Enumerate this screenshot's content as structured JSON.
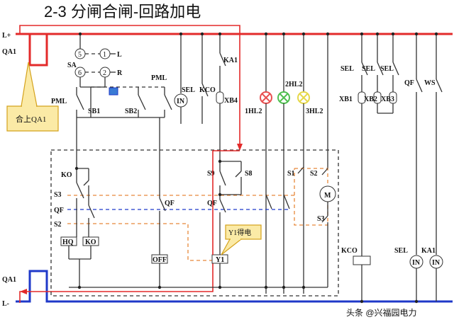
{
  "title": "2-3  分闸合闸-回路加电",
  "bus": {
    "positive": "L+",
    "negative": "L-"
  },
  "callouts": {
    "close_qa1": "合上QA1",
    "y1_energized": "Y1得电"
  },
  "labels": {
    "qa1_top": "QA1",
    "qa1_bottom": "QA1",
    "sa": "SA",
    "sa_terminals": [
      "5",
      "1",
      "6",
      "2"
    ],
    "sa_l": "L",
    "sa_r": "R",
    "pml_left": "PML",
    "pml_right": "PML",
    "sb1": "SB1",
    "sb2": "SB2",
    "sel1": "SEL",
    "kco1": "KCO",
    "in1": "IN",
    "ka1_top": "KA1",
    "xb4": "XB4",
    "hl1": "1HL2",
    "hl2": "2HL2",
    "hl3": "3HL2",
    "sel_group": [
      "SEL",
      "SEL",
      "SEL"
    ],
    "xb_group": [
      "XB1",
      "XB2",
      "XB3"
    ],
    "qf_top": "QF",
    "ws": "WS",
    "ko": "KO",
    "s3_left": "S3",
    "qf_left": "QF",
    "s2_left": "S2",
    "hq": "HQ",
    "ko_coil": "KO",
    "qf_mid": "QF",
    "off": "OFF",
    "s9": "S9",
    "s8": "S8",
    "qf_right": "QF",
    "y1": "Y1",
    "s1": "S1",
    "s2_right": "S2",
    "motor": "M",
    "s3_right": "S3",
    "kco_coil": "KCO",
    "sel_bottom": "SEL",
    "in_bottom": "IN",
    "ka1_bottom": "KA1"
  },
  "colors": {
    "positive_bus": "#e32a2a",
    "negative_bus": "#1f39c9",
    "callout_fill": "#fbeaa6",
    "callout_border": "#d4a21c",
    "lamp_red": "#e85050",
    "lamp_green": "#4fbf4f",
    "lamp_yellow": "#e6d84a"
  },
  "watermark": "头条 @兴福园电力"
}
